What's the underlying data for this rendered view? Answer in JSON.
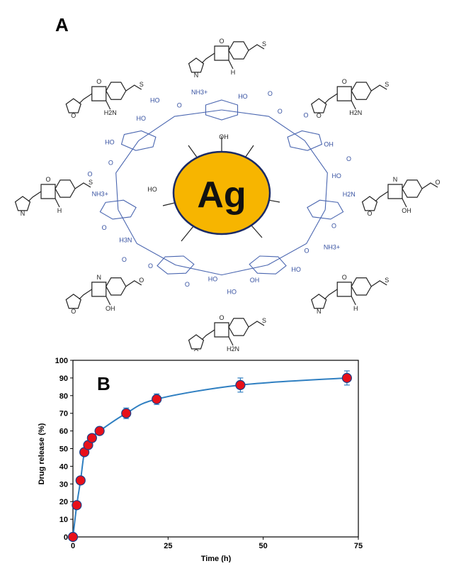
{
  "panel_a": {
    "letter": "A",
    "core_label": "Ag",
    "core_color": "#f7b500",
    "core_stroke": "#1a2a66",
    "cd_color": "#4a66b0",
    "drug_color": "#222222",
    "cd_labels": [
      "HO",
      "NH3+",
      "HO",
      "O",
      "O",
      "O",
      "OH",
      "HO",
      "O",
      "H2N",
      "O",
      "O",
      "NH3+",
      "HO",
      "OH",
      "HO",
      "HO",
      "O",
      "O",
      "H3N",
      "O",
      "O",
      "NH3+",
      "O",
      "O",
      "HO",
      "HO",
      "O",
      "NH3+",
      "NH3+"
    ],
    "drug_labels": [
      "O",
      "N",
      "H",
      "S",
      "O",
      "O",
      "H2N",
      "S",
      "N",
      "O",
      "OH",
      "O"
    ]
  },
  "panel_b": {
    "letter": "B"
  },
  "chart_data": {
    "type": "scatter",
    "xlabel": "Time (h)",
    "ylabel": "Drug release (%)",
    "xlim": [
      0,
      75
    ],
    "ylim": [
      0,
      100
    ],
    "xticks": [
      "0",
      "25",
      "50",
      "75"
    ],
    "yticks": [
      "0",
      "10",
      "20",
      "30",
      "40",
      "50",
      "60",
      "70",
      "80",
      "90",
      "100"
    ],
    "grid": false,
    "marker_color": "#e8101a",
    "line_color": "#2f7fc1",
    "series": [
      {
        "x": [
          0,
          1,
          2,
          3,
          4,
          5,
          7,
          14,
          22,
          44,
          72
        ],
        "y": [
          0,
          18,
          32,
          48,
          52,
          56,
          60,
          70,
          78,
          86,
          90
        ],
        "err": [
          0,
          0,
          0,
          0,
          0,
          0,
          2,
          3,
          3,
          4,
          4
        ]
      }
    ]
  }
}
